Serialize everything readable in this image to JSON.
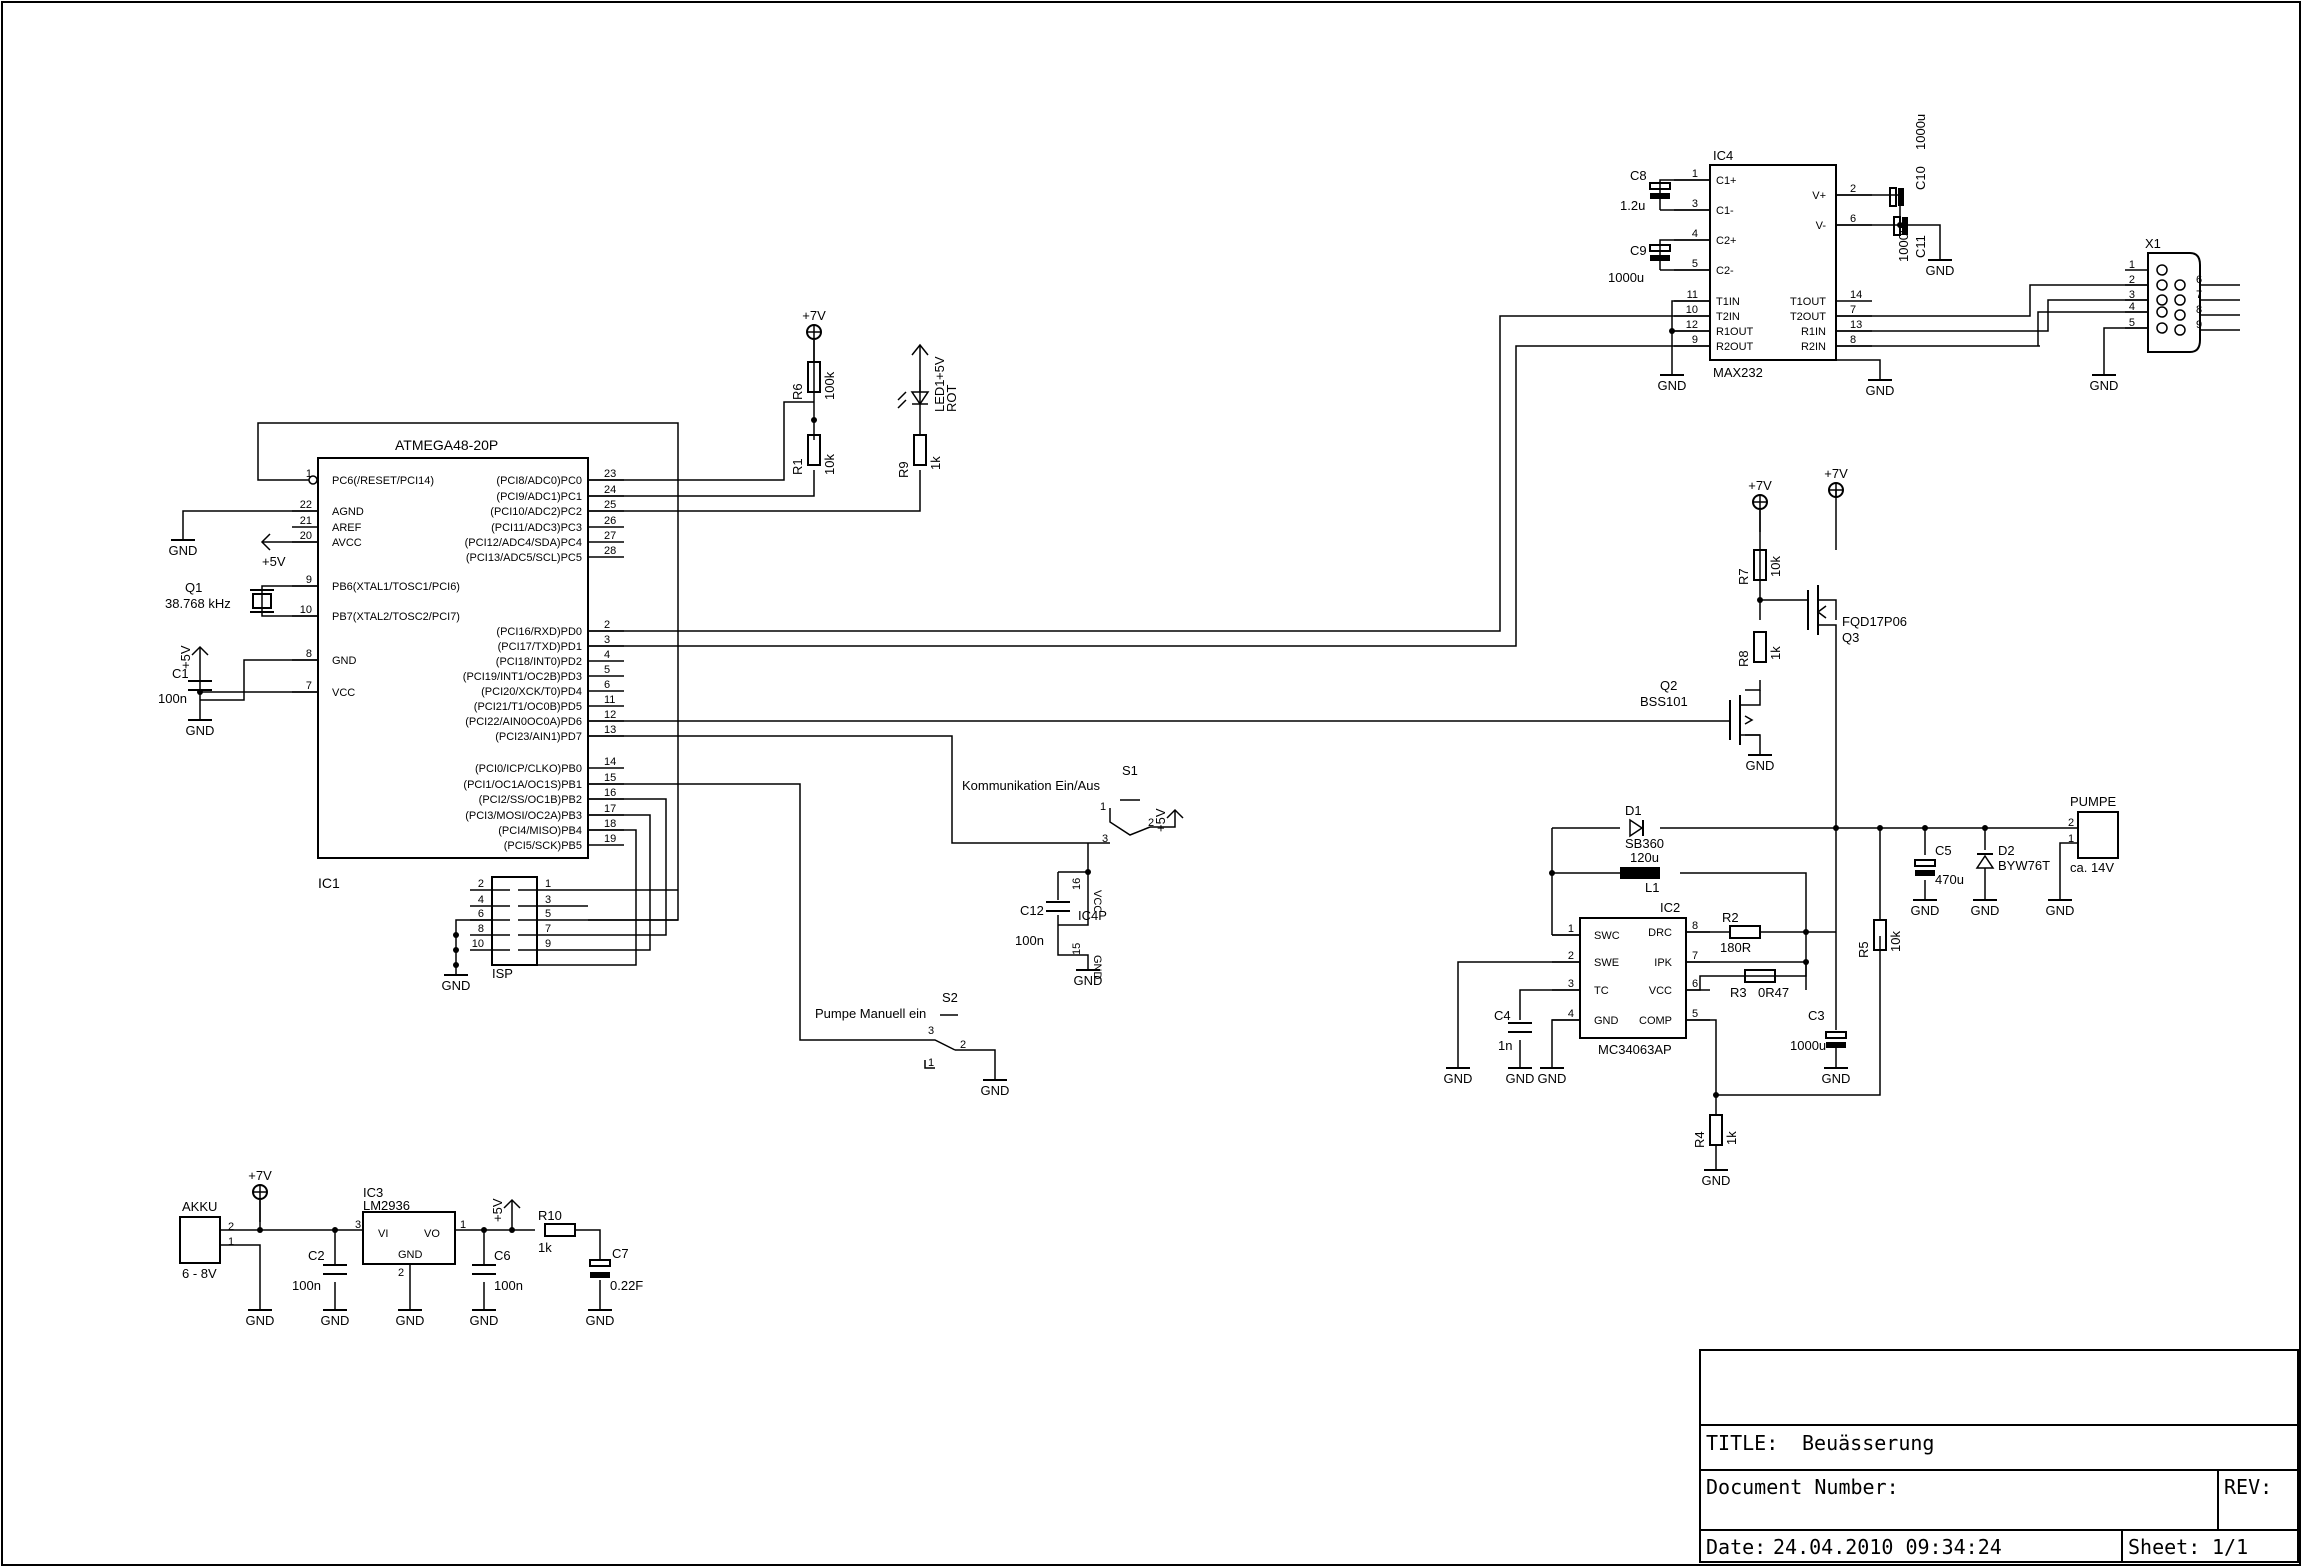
{
  "title_block": {
    "title_label": "TITLE:",
    "title": "Beuässerung",
    "docnum_label": "Document Number:",
    "rev_label": "REV:",
    "date_label": "Date:",
    "date": "24.04.2010 09:34:24",
    "sheet_label": "Sheet:",
    "sheet": "1/1"
  },
  "ic1": {
    "ref": "IC1",
    "value": "ATMEGA48-20P",
    "left_pins": [
      {
        "num": "1",
        "name": "PC6(/RESET/PCI14)"
      },
      {
        "num": "22",
        "name": "AGND"
      },
      {
        "num": "21",
        "name": "AREF"
      },
      {
        "num": "20",
        "name": "AVCC"
      },
      {
        "num": "9",
        "name": "PB6(XTAL1/TOSC1/PCI6)"
      },
      {
        "num": "10",
        "name": "PB7(XTAL2/TOSC2/PCI7)"
      },
      {
        "num": "8",
        "name": "GND"
      },
      {
        "num": "7",
        "name": "VCC"
      }
    ],
    "right_pins": [
      {
        "num": "23",
        "name": "(PCI8/ADC0)PC0"
      },
      {
        "num": "24",
        "name": "(PCI9/ADC1)PC1"
      },
      {
        "num": "25",
        "name": "(PCI10/ADC2)PC2"
      },
      {
        "num": "26",
        "name": "(PCI11/ADC3)PC3"
      },
      {
        "num": "27",
        "name": "(PCI12/ADC4/SDA)PC4"
      },
      {
        "num": "28",
        "name": "(PCI13/ADC5/SCL)PC5"
      },
      {
        "num": "2",
        "name": "(PCI16/RXD)PD0"
      },
      {
        "num": "3",
        "name": "(PCI17/TXD)PD1"
      },
      {
        "num": "4",
        "name": "(PCI18/INT0)PD2"
      },
      {
        "num": "5",
        "name": "(PCI19/INT1/OC2B)PD3"
      },
      {
        "num": "6",
        "name": "(PCI20/XCK/T0)PD4"
      },
      {
        "num": "11",
        "name": "(PCI21/T1/OC0B)PD5"
      },
      {
        "num": "12",
        "name": "(PCI22/AIN0OC0A)PD6"
      },
      {
        "num": "13",
        "name": "(PCI23/AIN1)PD7"
      },
      {
        "num": "14",
        "name": "(PCI0/ICP/CLKO)PB0"
      },
      {
        "num": "15",
        "name": "(PCI1/OC1A/OC1S)PB1"
      },
      {
        "num": "16",
        "name": "(PCI2/SS/OC1B)PB2"
      },
      {
        "num": "17",
        "name": "(PCI3/MOSI/OC2A)PB3"
      },
      {
        "num": "18",
        "name": "(PCI4/MISO)PB4"
      },
      {
        "num": "19",
        "name": "(PCI5/SCK)PB5"
      }
    ]
  },
  "ic4": {
    "ref": "IC4",
    "value": "MAX232",
    "left_pins": [
      {
        "num": "1",
        "name": "C1+"
      },
      {
        "num": "3",
        "name": "C1-"
      },
      {
        "num": "4",
        "name": "C2+"
      },
      {
        "num": "5",
        "name": "C2-"
      },
      {
        "num": "11",
        "name": "T1IN"
      },
      {
        "num": "10",
        "name": "T2IN"
      },
      {
        "num": "12",
        "name": "R1OUT"
      },
      {
        "num": "9",
        "name": "R2OUT"
      }
    ],
    "right_pins": [
      {
        "num": "2",
        "name": "V+"
      },
      {
        "num": "6",
        "name": "V-"
      },
      {
        "num": "14",
        "name": "T1OUT"
      },
      {
        "num": "7",
        "name": "T2OUT"
      },
      {
        "num": "13",
        "name": "R1IN"
      },
      {
        "num": "8",
        "name": "R2IN"
      }
    ]
  },
  "ic2": {
    "ref": "IC2",
    "value": "MC34063AP",
    "left_pins": [
      {
        "num": "1",
        "name": "SWC"
      },
      {
        "num": "2",
        "name": "SWE"
      },
      {
        "num": "3",
        "name": "TC"
      },
      {
        "num": "4",
        "name": "GND"
      }
    ],
    "right_pins": [
      {
        "num": "8",
        "name": "DRC"
      },
      {
        "num": "7",
        "name": "IPK"
      },
      {
        "num": "6",
        "name": "VCC"
      },
      {
        "num": "5",
        "name": "COMP"
      }
    ]
  },
  "ic3": {
    "ref": "IC3",
    "value": "LM2936",
    "vi": "VI",
    "vo": "VO",
    "gnd": "GND",
    "pin_in": "3",
    "pin_out": "1",
    "pin_gnd": "2"
  },
  "ic4p": {
    "ref": "IC4P",
    "vcc": "VCC",
    "gnd": "GND",
    "pin_vcc": "16",
    "pin_gnd": "15"
  },
  "isp": {
    "ref": "ISP",
    "pins_left": [
      "2",
      "4",
      "6",
      "8",
      "10"
    ],
    "pins_right": [
      "1",
      "3",
      "5",
      "7",
      "9"
    ]
  },
  "x1": {
    "ref": "X1",
    "pins_left": [
      "1",
      "2",
      "3",
      "4",
      "5"
    ],
    "pins_right": [
      "6",
      "7",
      "8",
      "9"
    ]
  },
  "connectors": {
    "akku": {
      "ref": "AKKU",
      "value": "6 - 8V",
      "p1": "1",
      "p2": "2"
    },
    "pumpe": {
      "ref": "PUMPE",
      "value": "ca. 14V",
      "p1": "1",
      "p2": "2"
    }
  },
  "parts": {
    "r1": {
      "ref": "R1",
      "value": "10k"
    },
    "r2": {
      "ref": "R2",
      "value": "180R"
    },
    "r3": {
      "ref": "R3",
      "value": "0R47"
    },
    "r4": {
      "ref": "R4",
      "value": "1k"
    },
    "r5": {
      "ref": "R5",
      "value": "10k"
    },
    "r6": {
      "ref": "R6",
      "value": "100k"
    },
    "r7": {
      "ref": "R7",
      "value": "10k"
    },
    "r8": {
      "ref": "R8",
      "value": "1k"
    },
    "r9": {
      "ref": "R9",
      "value": "1k"
    },
    "r10": {
      "ref": "R10",
      "value": "1k"
    },
    "c1": {
      "ref": "C1",
      "value": "100n"
    },
    "c2": {
      "ref": "C2",
      "value": "100n"
    },
    "c3": {
      "ref": "C3",
      "value": "1000u"
    },
    "c4": {
      "ref": "C4",
      "value": "1n"
    },
    "c5": {
      "ref": "C5",
      "value": "470u"
    },
    "c6": {
      "ref": "C6",
      "value": "100n"
    },
    "c7": {
      "ref": "C7",
      "value": "0.22F"
    },
    "c8": {
      "ref": "C8",
      "value": "1.2u"
    },
    "c9": {
      "ref": "C9",
      "value": "1000u"
    },
    "c10": {
      "ref": "C10",
      "value": "1000u"
    },
    "c11": {
      "ref": "C11",
      "value": "1000u"
    },
    "c12": {
      "ref": "C12",
      "value": "100n"
    },
    "q1": {
      "ref": "Q1",
      "value": "38.768 kHz"
    },
    "q2": {
      "ref": "Q2",
      "value": "BSS101"
    },
    "q3": {
      "ref": "Q3",
      "value": "FQD17P06"
    },
    "d1": {
      "ref": "D1",
      "value": "SB360"
    },
    "d2": {
      "ref": "D2",
      "value": "BYW76T"
    },
    "l1": {
      "ref": "L1",
      "value": "120u"
    },
    "led1": {
      "ref": "LED1",
      "value": "ROT"
    },
    "s1": {
      "ref": "S1",
      "label": "Kommunikation Ein/Aus",
      "p1": "1",
      "p2": "2",
      "p3": "3"
    },
    "s2": {
      "ref": "S2",
      "label": "Pumpe Manuell ein",
      "p1": "1",
      "p2": "2",
      "p3": "3"
    }
  },
  "net_labels": {
    "gnd": "GND",
    "p5v": "+5V",
    "p7v": "+7V"
  }
}
